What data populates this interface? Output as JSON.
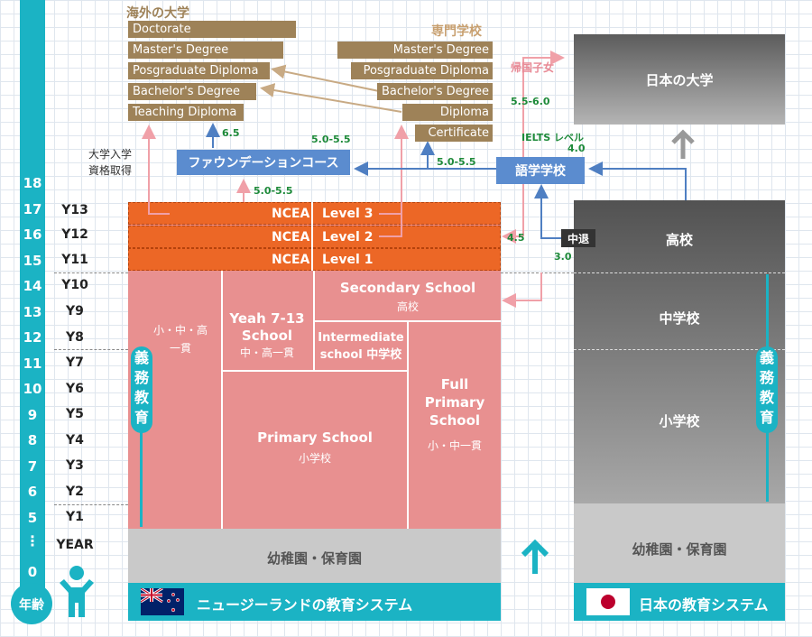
{
  "overseas": {
    "heading": "海外の大学",
    "degrees": [
      "Doctorate",
      "Master's Degree",
      "Posgraduate Diploma",
      "Bachelor's Degree",
      "Teaching Diploma"
    ]
  },
  "vocational": {
    "heading": "専門学校",
    "items": [
      "Master's Degree",
      "Posgraduate Diploma",
      "Bachelor's Degree",
      "Diploma",
      "Certificate"
    ]
  },
  "returnee": "帰国子女",
  "scores": {
    "returnee": "5.5-6.0",
    "to_teaching": "6.5",
    "foundation_to_univ": "5.0-5.5",
    "language_to_vocational": "5.0-5.5",
    "ncea_to_foundation": "5.0-5.5",
    "ielts_label": "IELTS レベル",
    "ielts_value": "4.0",
    "to_ncea": "4.5",
    "dropout": "3.0"
  },
  "entrance_qual": [
    "大学入学",
    "資格取得"
  ],
  "foundation_course": "ファウンデーションコース",
  "language_school": "語学学校",
  "dropout_label": "中退",
  "ncea": [
    {
      "name": "NCEA",
      "level": "Level 3"
    },
    {
      "name": "NCEA",
      "level": "Level 2"
    },
    {
      "name": "NCEA",
      "level": "Level 1"
    }
  ],
  "ages": [
    "18",
    "17",
    "16",
    "15",
    "14",
    "13",
    "12",
    "11",
    "10",
    "9",
    "8",
    "7",
    "6",
    "5",
    "⋮",
    "0"
  ],
  "age_label": "年齢",
  "years": [
    "Y13",
    "Y12",
    "Y11",
    "Y10",
    "Y9",
    "Y8",
    "Y7",
    "Y6",
    "Y5",
    "Y4",
    "Y3",
    "Y2",
    "Y1",
    "YEAR"
  ],
  "compulsory_nz": [
    "義",
    "務",
    "教",
    "育"
  ],
  "compulsory_jp": [
    "義",
    "務",
    "教",
    "育"
  ],
  "nz": {
    "composite": [
      "小・中・高",
      "一貫"
    ],
    "yeah713": [
      "Yeah 7-13",
      "School",
      "中・高一貫"
    ],
    "secondary": [
      "Secondary School",
      "高校"
    ],
    "intermediate": [
      "Intermediate",
      "school 中学校"
    ],
    "full_primary": [
      "Full",
      "Primary",
      "School",
      "小・中一貫"
    ],
    "primary": [
      "Primary School",
      "小学校"
    ],
    "kindergarten": "幼稚園・保育園",
    "footer": "ニュージーランドの教育システム"
  },
  "jp": {
    "university": "日本の大学",
    "high_school": "高校",
    "middle_school": "中学校",
    "elementary": "小学校",
    "kindergarten": "幼稚園・保育園",
    "footer": "日本の教育システム"
  },
  "colors": {
    "teal": "#1bb3c4",
    "brown": "#9e8258",
    "pink": "#e89090",
    "orange": "#ec641e",
    "blue": "#5b8ccf",
    "gray": "#707070",
    "green": "#1e8a3a"
  }
}
